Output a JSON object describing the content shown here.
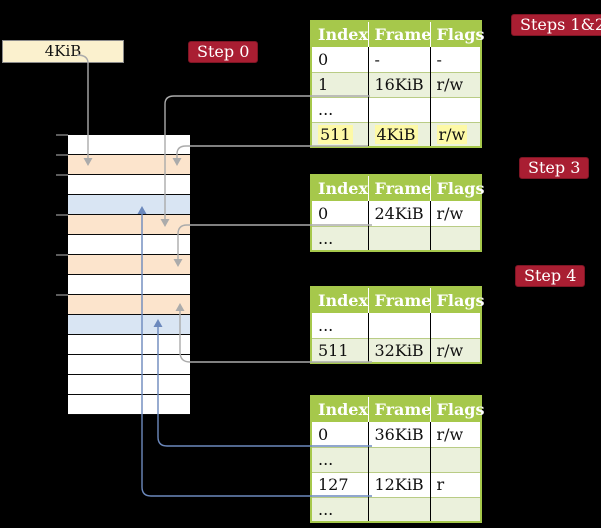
{
  "title_box": {
    "label": "4KiB"
  },
  "step_labels": [
    {
      "id": "step-0",
      "label": "Step 0"
    },
    {
      "id": "steps-1-2",
      "label": "Steps 1&2"
    },
    {
      "id": "step-3",
      "label": "Step 3"
    },
    {
      "id": "step-4",
      "label": "Step 4"
    }
  ],
  "columns": [
    "Index",
    "Frame",
    "Flags"
  ],
  "tables": [
    {
      "name": "page-table-steps-1-2",
      "rows": [
        {
          "cells": [
            "0",
            "-",
            "-"
          ]
        },
        {
          "cells": [
            "1",
            "16KiB",
            "r/w"
          ]
        },
        {
          "cells": [
            "...",
            "",
            ""
          ]
        },
        {
          "cells": [
            "511",
            "4KiB",
            "r/w"
          ],
          "highlight": true
        }
      ]
    },
    {
      "name": "page-table-step-3",
      "rows": [
        {
          "cells": [
            "0",
            "24KiB",
            "r/w"
          ]
        },
        {
          "cells": [
            "...",
            "",
            ""
          ]
        }
      ]
    },
    {
      "name": "page-table-step-4",
      "rows": [
        {
          "cells": [
            "...",
            "",
            ""
          ]
        },
        {
          "cells": [
            "511",
            "32KiB",
            "r/w"
          ]
        }
      ]
    },
    {
      "name": "page-table-final",
      "rows": [
        {
          "cells": [
            "0",
            "36KiB",
            "r/w"
          ]
        },
        {
          "cells": [
            "...",
            "",
            ""
          ]
        },
        {
          "cells": [
            "127",
            "12KiB",
            "r"
          ]
        },
        {
          "cells": [
            "...",
            "",
            ""
          ]
        }
      ]
    }
  ],
  "memory_strip": {
    "rows": [
      "white",
      "peach",
      "white",
      "blue",
      "peach",
      "white",
      "peach",
      "white",
      "peach",
      "blue",
      "white",
      "white",
      "white",
      "white"
    ]
  },
  "colors": {
    "green": "#A6C84B",
    "row_green": "#EBF1DC",
    "divider_green": "#B9CC85",
    "crimson": "#A91E32",
    "cream": "#FBF1CE",
    "peach": "#FCE4CC",
    "blue_row": "#D9E5F3",
    "highlight": "#FDF9A6",
    "gray_line": "#ABABAB",
    "blue_line": "#6C89BD"
  }
}
